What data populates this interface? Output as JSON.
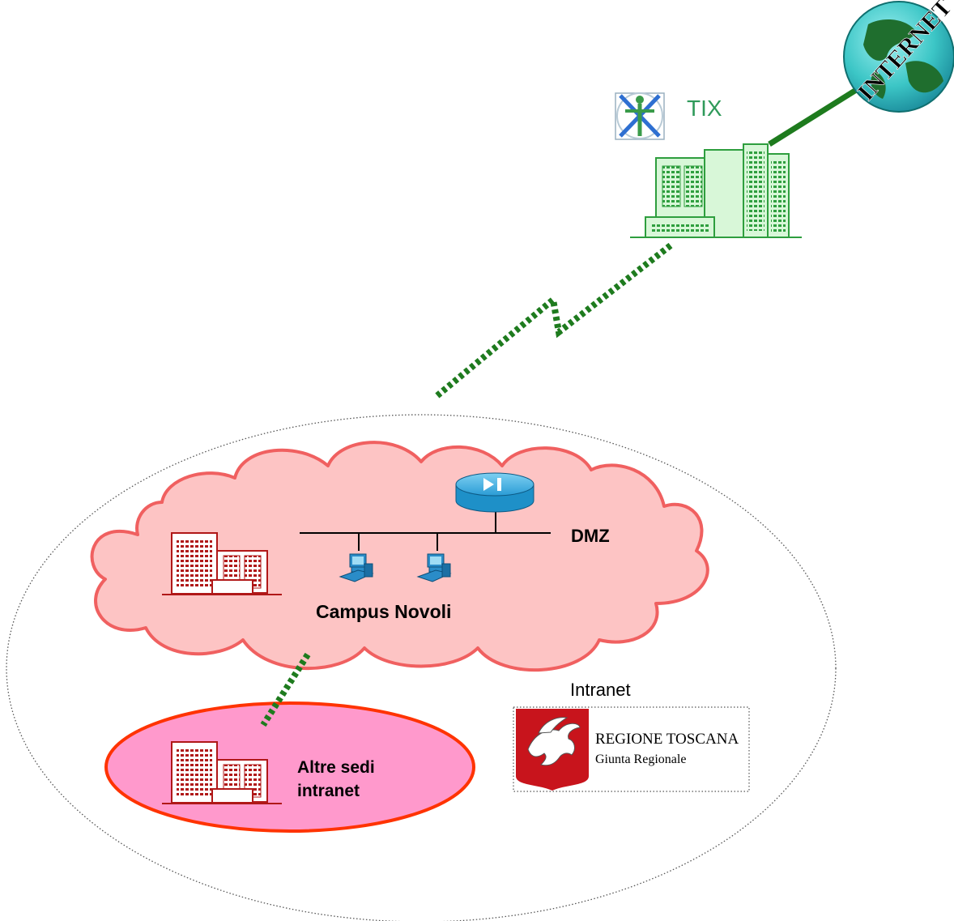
{
  "diagram": {
    "tix": {
      "label": "TIX"
    },
    "internet": {
      "label": "INTERNET"
    },
    "dmz": {
      "label": "DMZ"
    },
    "campus": {
      "label": "Campus Novoli"
    },
    "intranet": {
      "label": "Intranet"
    },
    "altre_sedi": {
      "line1": "Altre sedi",
      "line2": "intranet"
    },
    "regione": {
      "title": "REGIONE TOSCANA",
      "subtitle": "Giunta Regionale"
    }
  },
  "colors": {
    "link_green": "#1e7b1e",
    "building_green": "#2e9e3e",
    "building_red": "#b01818",
    "cloud_fill": "#fdc4c4",
    "cloud_stroke": "#f06060",
    "ellipse_fill": "#ff99cc",
    "ellipse_stroke": "#ff3300",
    "router_blue": "#1e90c8"
  },
  "icons": [
    "internet-globe-icon",
    "tix-vitruvian-logo-icon",
    "building-icon",
    "router-icon",
    "workstation-icon",
    "pegasus-emblem-icon"
  ]
}
